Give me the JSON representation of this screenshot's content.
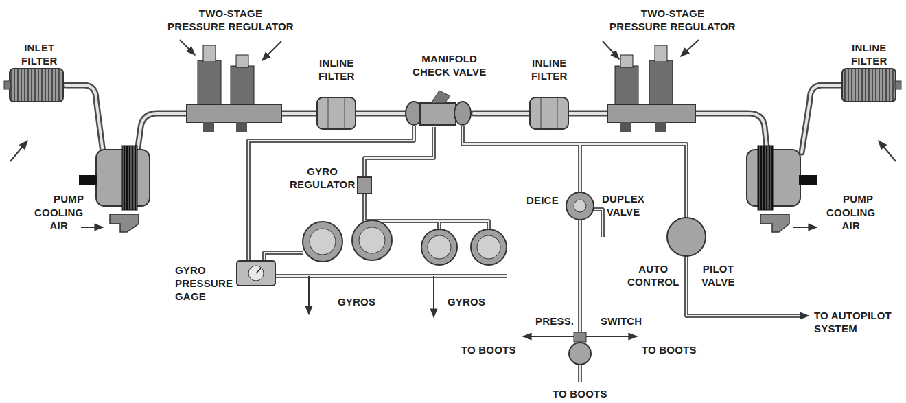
{
  "diagram": {
    "labels": [
      "INLET FILTER",
      "TWO-STAGE PRESSURE REGULATOR",
      "INLINE FILTER",
      "MANIFOLD CHECK VALVE",
      "INLINE FILTER",
      "TWO-STAGE PRESSURE REGULATOR",
      "INLINE FILTER",
      "PUMP",
      "COOLING AIR",
      "GYRO REGULATOR",
      "DEICE",
      "DUPLEX VALVE",
      "PUMP",
      "COOLING AIR",
      "GYRO PRESSURE GAGE",
      "GYROS",
      "GYROS",
      "AUTO CONTROL",
      "PILOT VALVE",
      "PRESS.",
      "SWITCH",
      "TO AUTOPILOT SYSTEM",
      "TO BOOTS",
      "TO BOOTS",
      "TO BOOTS"
    ]
  }
}
